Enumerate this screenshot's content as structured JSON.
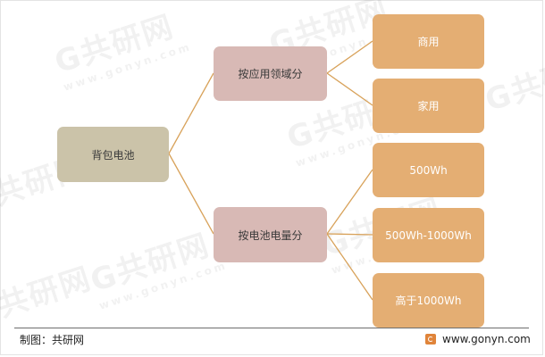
{
  "diagram": {
    "root": "背包电池",
    "branches": [
      {
        "label": "按应用领域分",
        "leaves": [
          "商用",
          "家用"
        ]
      },
      {
        "label": "按电池电量分",
        "leaves": [
          "500Wh",
          "500Wh-1000Wh",
          "高于1000Wh"
        ]
      }
    ]
  },
  "footer": {
    "credit": "制图：共研网",
    "site": "www.gonyn.com"
  },
  "watermark": {
    "brand": "共研网",
    "url": "www.gonyn.com"
  },
  "colors": {
    "root_fill": "#cbc3a9",
    "branch_fill": "#d8b9b5",
    "leaf_fill": "#e4ae73",
    "connector": "#d8a25a"
  }
}
